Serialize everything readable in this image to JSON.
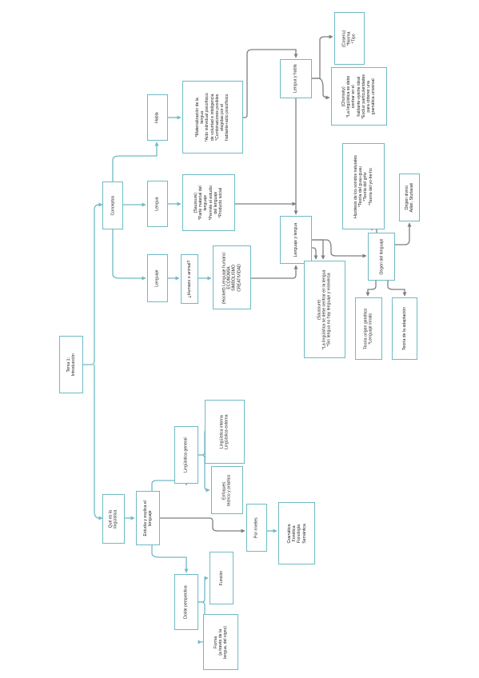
{
  "colors": {
    "border": "#6fbac4",
    "connector": "#7f7f7f",
    "background": "#ffffff"
  },
  "nodes": {
    "tema": "Tema 1:\nIntroducción",
    "conceptos": "Conceptos",
    "que_es": "Qué es la\nlingüística",
    "habla": "Habla",
    "lengua": "Lengua",
    "lenguaje": "Lenguaje",
    "habla_desc": "*Materialización de la\nlengua\n*Acto individual psicofísico\nde voluntad e inteligencia\n*Combinaciones posibles\nelegidas por el\nhablante+acto psicofísico",
    "lengua_desc": "(Saussure)\n*Parte material del\nlenguaje\n*Permite el estudio\ndel lenguaje\n*Producto social",
    "humano": "¿Humano o animal?",
    "hockett": "(Hockett) Lenguaje humano:\nECONOMÍA\nSIMBOLISMO\nCREATIVIDAD",
    "lengua_habla": "Lengua y habla",
    "coseriu": "(Coseriu)\n*Norma\n*Tipo",
    "chomsky": "(Chomsky)\n*La lingüística se debe\ncentrar en el\nhablante-oyente ideal\n*Excluir particularidades\npara obtener una\ngramática universal",
    "lenguaje_lengua": "Lenguaje y lengua",
    "saussure2": "(Saussure)\n*La lingüística se debe centrar en la lengua\n*Sin lengua no hay lenguaje y viceversa",
    "hipotesis": "Hipótesis de los sonidos naturales\n*Teoría del guau-guau\n*Teoría del grito\n*Teoría del yo-he-ho",
    "origen_divino": "Origen divino\nAdán, Sturlavati",
    "origen": "Origen del lenguaje",
    "genetico": "Teoría origen genético\n*Lenguaje innato",
    "adaptacion": "Teoría de la adaptación",
    "estudia": "Estudia y explica el\nlenguaje",
    "ling_general": "Lingüística general",
    "ling_interna": "Lingüística interna\nLingüística externa",
    "enfoques": "Enfoques:\nteórico y práctico",
    "por_niveles": "Por niveles",
    "gramatica": "Gramática\nFonética\nFonología\nSemántica",
    "doble": "Doble perspectiva",
    "funcion": "Función",
    "forma": "Forma\n(a través de la\nlengua, del signo)"
  }
}
